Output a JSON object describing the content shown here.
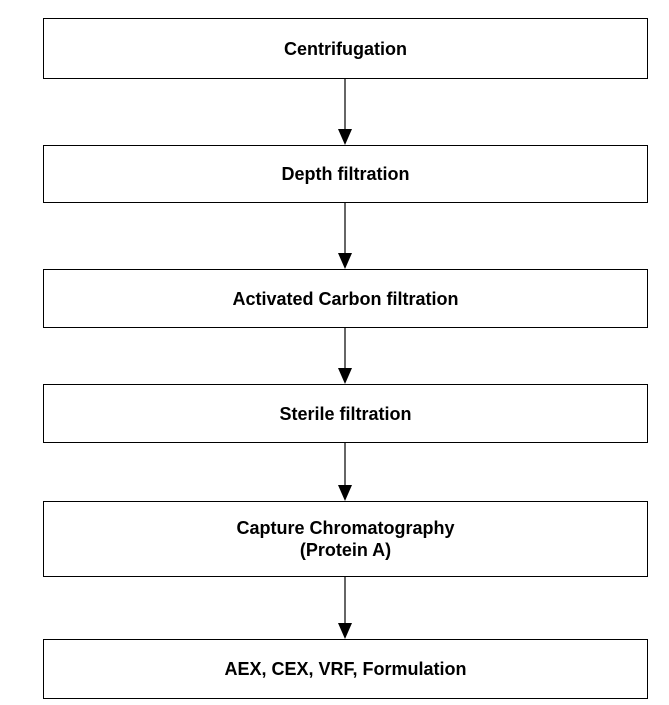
{
  "flowchart": {
    "steps": [
      {
        "label": "Centrifugation"
      },
      {
        "label": "Depth filtration"
      },
      {
        "label": "Activated Carbon filtration"
      },
      {
        "label": "Sterile filtration"
      },
      {
        "label": "Capture Chromatography",
        "sublabel": "(Protein A)"
      },
      {
        "label": "AEX, CEX, VRF, Formulation"
      }
    ]
  }
}
